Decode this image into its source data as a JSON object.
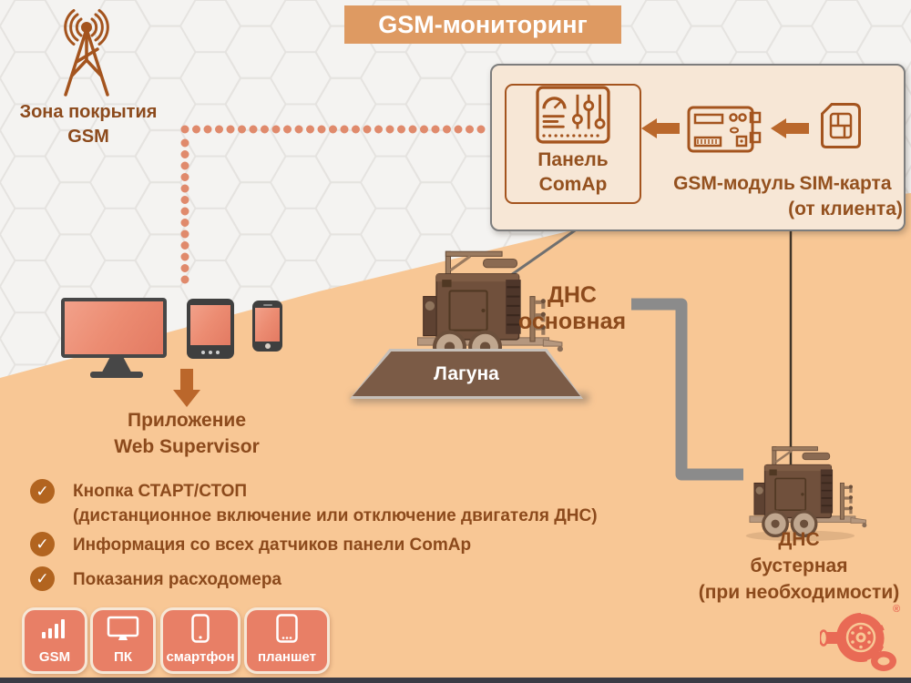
{
  "title": "GSM-мониторинг",
  "coverage": {
    "line1": "Зона покрытия",
    "line2": "GSM"
  },
  "chain_box": {
    "panel_label": "Панель ComAp",
    "module_label": "GSM-модуль",
    "sim_label_line1": "SIM-карта",
    "sim_label_line2": "(от клиента)"
  },
  "app": {
    "line1": "Приложение",
    "line2": "Web Supervisor"
  },
  "dns_main": {
    "line1": "ДНС",
    "line2": "основная"
  },
  "lagoon_label": "Лагуна",
  "dns_booster": {
    "line1": "ДНС",
    "line2": "бустерная",
    "line3": "(при необходимости)"
  },
  "checklist": {
    "check_glyph": "✓",
    "items": [
      {
        "line1": "Кнопка СТАРТ/СТОП",
        "line2": "(дистанционное включение или отключение двигателя ДНС)"
      },
      {
        "line1": "Информация со всех датчиков панели ComAp"
      },
      {
        "line1": "Показания расходомера"
      }
    ]
  },
  "footer_buttons": [
    {
      "label": "GSM"
    },
    {
      "label": "ПК"
    },
    {
      "label": "смартфон"
    },
    {
      "label": "планшет"
    }
  ],
  "logo": {
    "registered": "®"
  },
  "icons": {
    "radio-tower-icon": "lattice mast with radio waves",
    "control-panel-icon": "gauge with sliders",
    "gsm-module-icon": "circuit board",
    "sim-card-icon": "sim chip card",
    "monitor-icon": "desktop display",
    "tablet-icon": "tablet device",
    "smartphone-icon": "phone device",
    "down-arrow-icon": "▼",
    "left-arrow-icon": "◀",
    "check-icon": "✓",
    "signal-bars-icon": "▂▄▆█",
    "pump-logo-icon": "centrifugal pump"
  },
  "colors": {
    "banner": "#DE9A62",
    "text_brown": "#8C4A1C",
    "icon_brown": "#A4541E",
    "dotted_line": "#E08A6C",
    "orange_area": "#F8C795",
    "box_fill": "#F7E7D6",
    "chip_salmon": "#E87F66",
    "connector_gray": "#8B8B8B",
    "logo_coral": "#E96A55"
  }
}
